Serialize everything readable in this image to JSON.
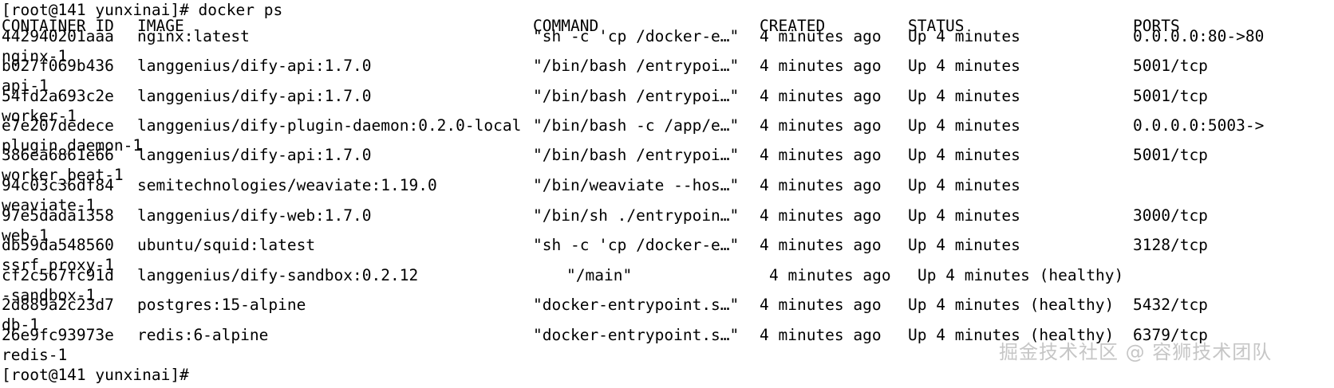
{
  "terminal": {
    "prompt_top": "[root@141 yunxinai]# docker ps",
    "prompt_bottom": "[root@141 yunxinai]#",
    "background_color": "#ffffff",
    "foreground_color": "#000000"
  },
  "table": {
    "headers": {
      "container_id": "CONTAINER ID",
      "image": "IMAGE",
      "command": "COMMAND",
      "created": "CREATED",
      "status": "STATUS",
      "ports": "PORTS"
    },
    "rows": [
      {
        "container_id": "442940201aaa",
        "image": "nginx:latest",
        "command": "\"sh -c 'cp /docker-e…\"",
        "created": "4 minutes ago",
        "status": "Up 4 minutes",
        "ports": "0.0.0.0:80->80",
        "names": "nginx-1"
      },
      {
        "container_id": "b027f069b436",
        "image": "langgenius/dify-api:1.7.0",
        "command": "\"/bin/bash /entrypoi…\"",
        "created": "4 minutes ago",
        "status": "Up 4 minutes",
        "ports": "5001/tcp",
        "names": "api-1"
      },
      {
        "container_id": "54fd2a693c2e",
        "image": "langgenius/dify-api:1.7.0",
        "command": "\"/bin/bash /entrypoi…\"",
        "created": "4 minutes ago",
        "status": "Up 4 minutes",
        "ports": "5001/tcp",
        "names": "worker-1"
      },
      {
        "container_id": "e7e207dedece",
        "image": "langgenius/dify-plugin-daemon:0.2.0-local",
        "command": "\"/bin/bash -c /app/e…\"",
        "created": "4 minutes ago",
        "status": "Up 4 minutes",
        "ports": "0.0.0.0:5003->",
        "names": "plugin_daemon-1"
      },
      {
        "container_id": "386ea6861e66",
        "image": "langgenius/dify-api:1.7.0",
        "command": "\"/bin/bash /entrypoi…\"",
        "created": "4 minutes ago",
        "status": "Up 4 minutes",
        "ports": "5001/tcp",
        "names": "worker_beat-1"
      },
      {
        "container_id": "94c03c36df84",
        "image": "semitechnologies/weaviate:1.19.0",
        "command": "\"/bin/weaviate --hos…\"",
        "created": "4 minutes ago",
        "status": "Up 4 minutes",
        "ports": "",
        "names": "weaviate-1"
      },
      {
        "container_id": "97e5dada1358",
        "image": "langgenius/dify-web:1.7.0",
        "command": "\"/bin/sh ./entrypoin…\"",
        "created": "4 minutes ago",
        "status": "Up 4 minutes",
        "ports": "3000/tcp",
        "names": "web-1"
      },
      {
        "container_id": "db59da548560",
        "image": "ubuntu/squid:latest",
        "command": "\"sh -c 'cp /docker-e…\"",
        "created": "4 minutes ago",
        "status": "Up 4 minutes",
        "ports": "3128/tcp",
        "names": "ssrf_proxy-1"
      },
      {
        "container_id": "cf2c567fc91d",
        "image": "langgenius/dify-sandbox:0.2.12",
        "command": "\"/main\"",
        "created": "4 minutes ago",
        "status": "Up 4 minutes (healthy)",
        "ports": "",
        "names": "-sandbox-1"
      },
      {
        "container_id": "2d889a2c23d7",
        "image": "postgres:15-alpine",
        "command": "\"docker-entrypoint.s…\"",
        "created": "4 minutes ago",
        "status": "Up 4 minutes (healthy)",
        "ports": "5432/tcp",
        "names": "db-1"
      },
      {
        "container_id": "26e9fc93973e",
        "image": "redis:6-alpine",
        "command": "\"docker-entrypoint.s…\"",
        "created": "4 minutes ago",
        "status": "Up 4 minutes (healthy)",
        "ports": "6379/tcp",
        "names": "redis-1"
      }
    ]
  },
  "watermark": {
    "text": "掘金技术社区 @ 容狮技术团队",
    "color": "#787878"
  }
}
